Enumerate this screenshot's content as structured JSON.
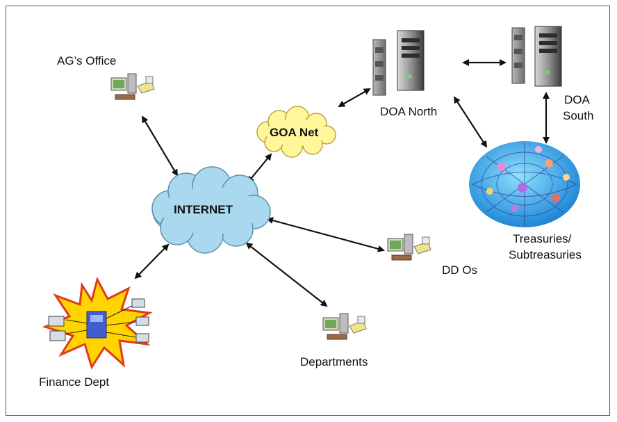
{
  "nodes": {
    "ag_office": "AG’s Office",
    "goa_net": "GOA Net",
    "internet": "INTERNET",
    "doa_north": "DOA North",
    "doa_south_line1": "DOA",
    "doa_south_line2": "South",
    "treasuries_line1": "Treasuries/",
    "treasuries_line2": "Subtreasuries",
    "dd_os": "DD Os",
    "departments": "Departments",
    "finance_dept": "Finance Dept"
  },
  "colors": {
    "internet_cloud": "#a9d8ef",
    "goa_cloud": "#fff79a",
    "finance_burst": "#ffd400",
    "treasury_globe": "#3aa9e8",
    "arrow": "#111111"
  }
}
